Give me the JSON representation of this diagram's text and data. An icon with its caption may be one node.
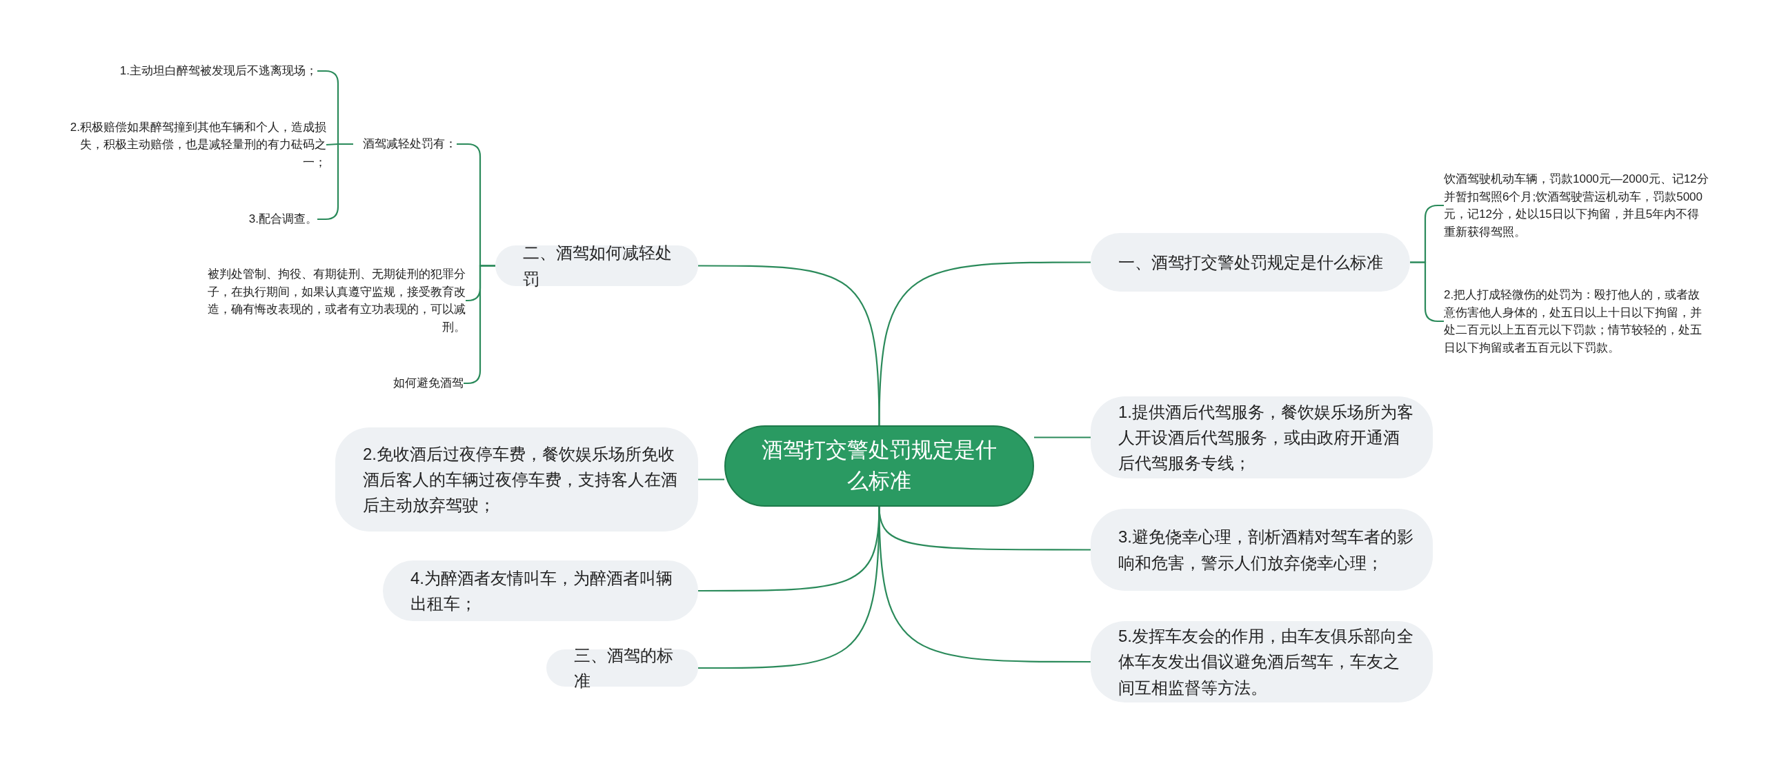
{
  "diagram": {
    "nodes": [
      {
        "text": [
          "酒驾打交警处罚规定是什么标准"
        ]
      },
      {
        "text": [
          "一、酒驾打交警处罚规定是什么标准"
        ]
      },
      {
        "text": [
          "饮酒驾驶机动车辆，罚款1000元—2000元、记12分并暂扣驾照6个月;饮酒驾驶营运机动车，罚款5000元，记12分，处以15日以下拘留，并且5年内不得重新获得驾照。"
        ]
      },
      {
        "text": [
          "2.把人打成轻微伤的处罚为：殴打他人的，或者故意伤害他人身体的，处五日以上十日以下拘留，并处二百元以上五百元以下罚款；情节较轻的，处五日以下拘留或者五百元以下罚款。"
        ]
      },
      {
        "text": [
          "二、酒驾如何减轻处罚"
        ]
      },
      {
        "text": [
          "酒驾减轻处罚有："
        ]
      },
      {
        "text": [
          "1.主动坦白醉驾被发现后不逃离现场；"
        ]
      },
      {
        "text": [
          "2.积极赔偿如果醉驾撞到其他车辆和个人，造成损失，积极主动赔偿，也是减轻量刑的有力砝码之一；"
        ]
      },
      {
        "text": [
          "3.配合调查。"
        ]
      },
      {
        "text": [
          "被判处管制、拘役、有期徒刑、无期徒刑的犯罪分子，在执行期间，如果认真遵守监规，接受教育改造，确有悔改表现的，或者有立功表现的，可以减刑。"
        ]
      },
      {
        "text": [
          "如何避免酒驾"
        ]
      },
      {
        "text": [
          "2.免收酒后过夜停车费，餐饮娱乐场所免收酒后客人的车辆过夜停车费，支持客人在酒后主动放弃驾驶；"
        ]
      },
      {
        "text": [
          "4.为醉酒者友情叫车，为醉酒者叫辆出租车；"
        ]
      },
      {
        "text": [
          "三、酒驾的标准"
        ]
      },
      {
        "text": [
          "1.提供酒后代驾服务，餐饮娱乐场所为客人开设酒后代驾服务，或由政府开通酒后代驾服务专线；"
        ]
      },
      {
        "text": [
          "3.避免侥幸心理，剖析酒精对驾车者的影响和危害，警示人们放弃侥幸心理；"
        ]
      },
      {
        "text": [
          "5.发挥车友会的作用，由车友俱乐部向全体车友发出倡议避免酒后驾车，车友之间互相监督等方法。"
        ]
      }
    ],
    "edges": [
      {
        "from": 0,
        "to": 1,
        "arrow": "none"
      },
      {
        "from": 1,
        "to": 2,
        "arrow": "none"
      },
      {
        "from": 1,
        "to": 3,
        "arrow": "none"
      },
      {
        "from": 0,
        "to": 4,
        "arrow": "none"
      },
      {
        "from": 4,
        "to": 5,
        "arrow": "none"
      },
      {
        "from": 5,
        "to": 6,
        "arrow": "none"
      },
      {
        "from": 5,
        "to": 7,
        "arrow": "none"
      },
      {
        "from": 5,
        "to": 8,
        "arrow": "none"
      },
      {
        "from": 4,
        "to": 9,
        "arrow": "none"
      },
      {
        "from": 4,
        "to": 10,
        "arrow": "none"
      },
      {
        "from": 0,
        "to": 11,
        "arrow": "none"
      },
      {
        "from": 0,
        "to": 12,
        "arrow": "none"
      },
      {
        "from": 0,
        "to": 13,
        "arrow": "none"
      },
      {
        "from": 0,
        "to": 14,
        "arrow": "none"
      },
      {
        "from": 0,
        "to": 15,
        "arrow": "none"
      },
      {
        "from": 0,
        "to": 16,
        "arrow": "none"
      }
    ]
  }
}
